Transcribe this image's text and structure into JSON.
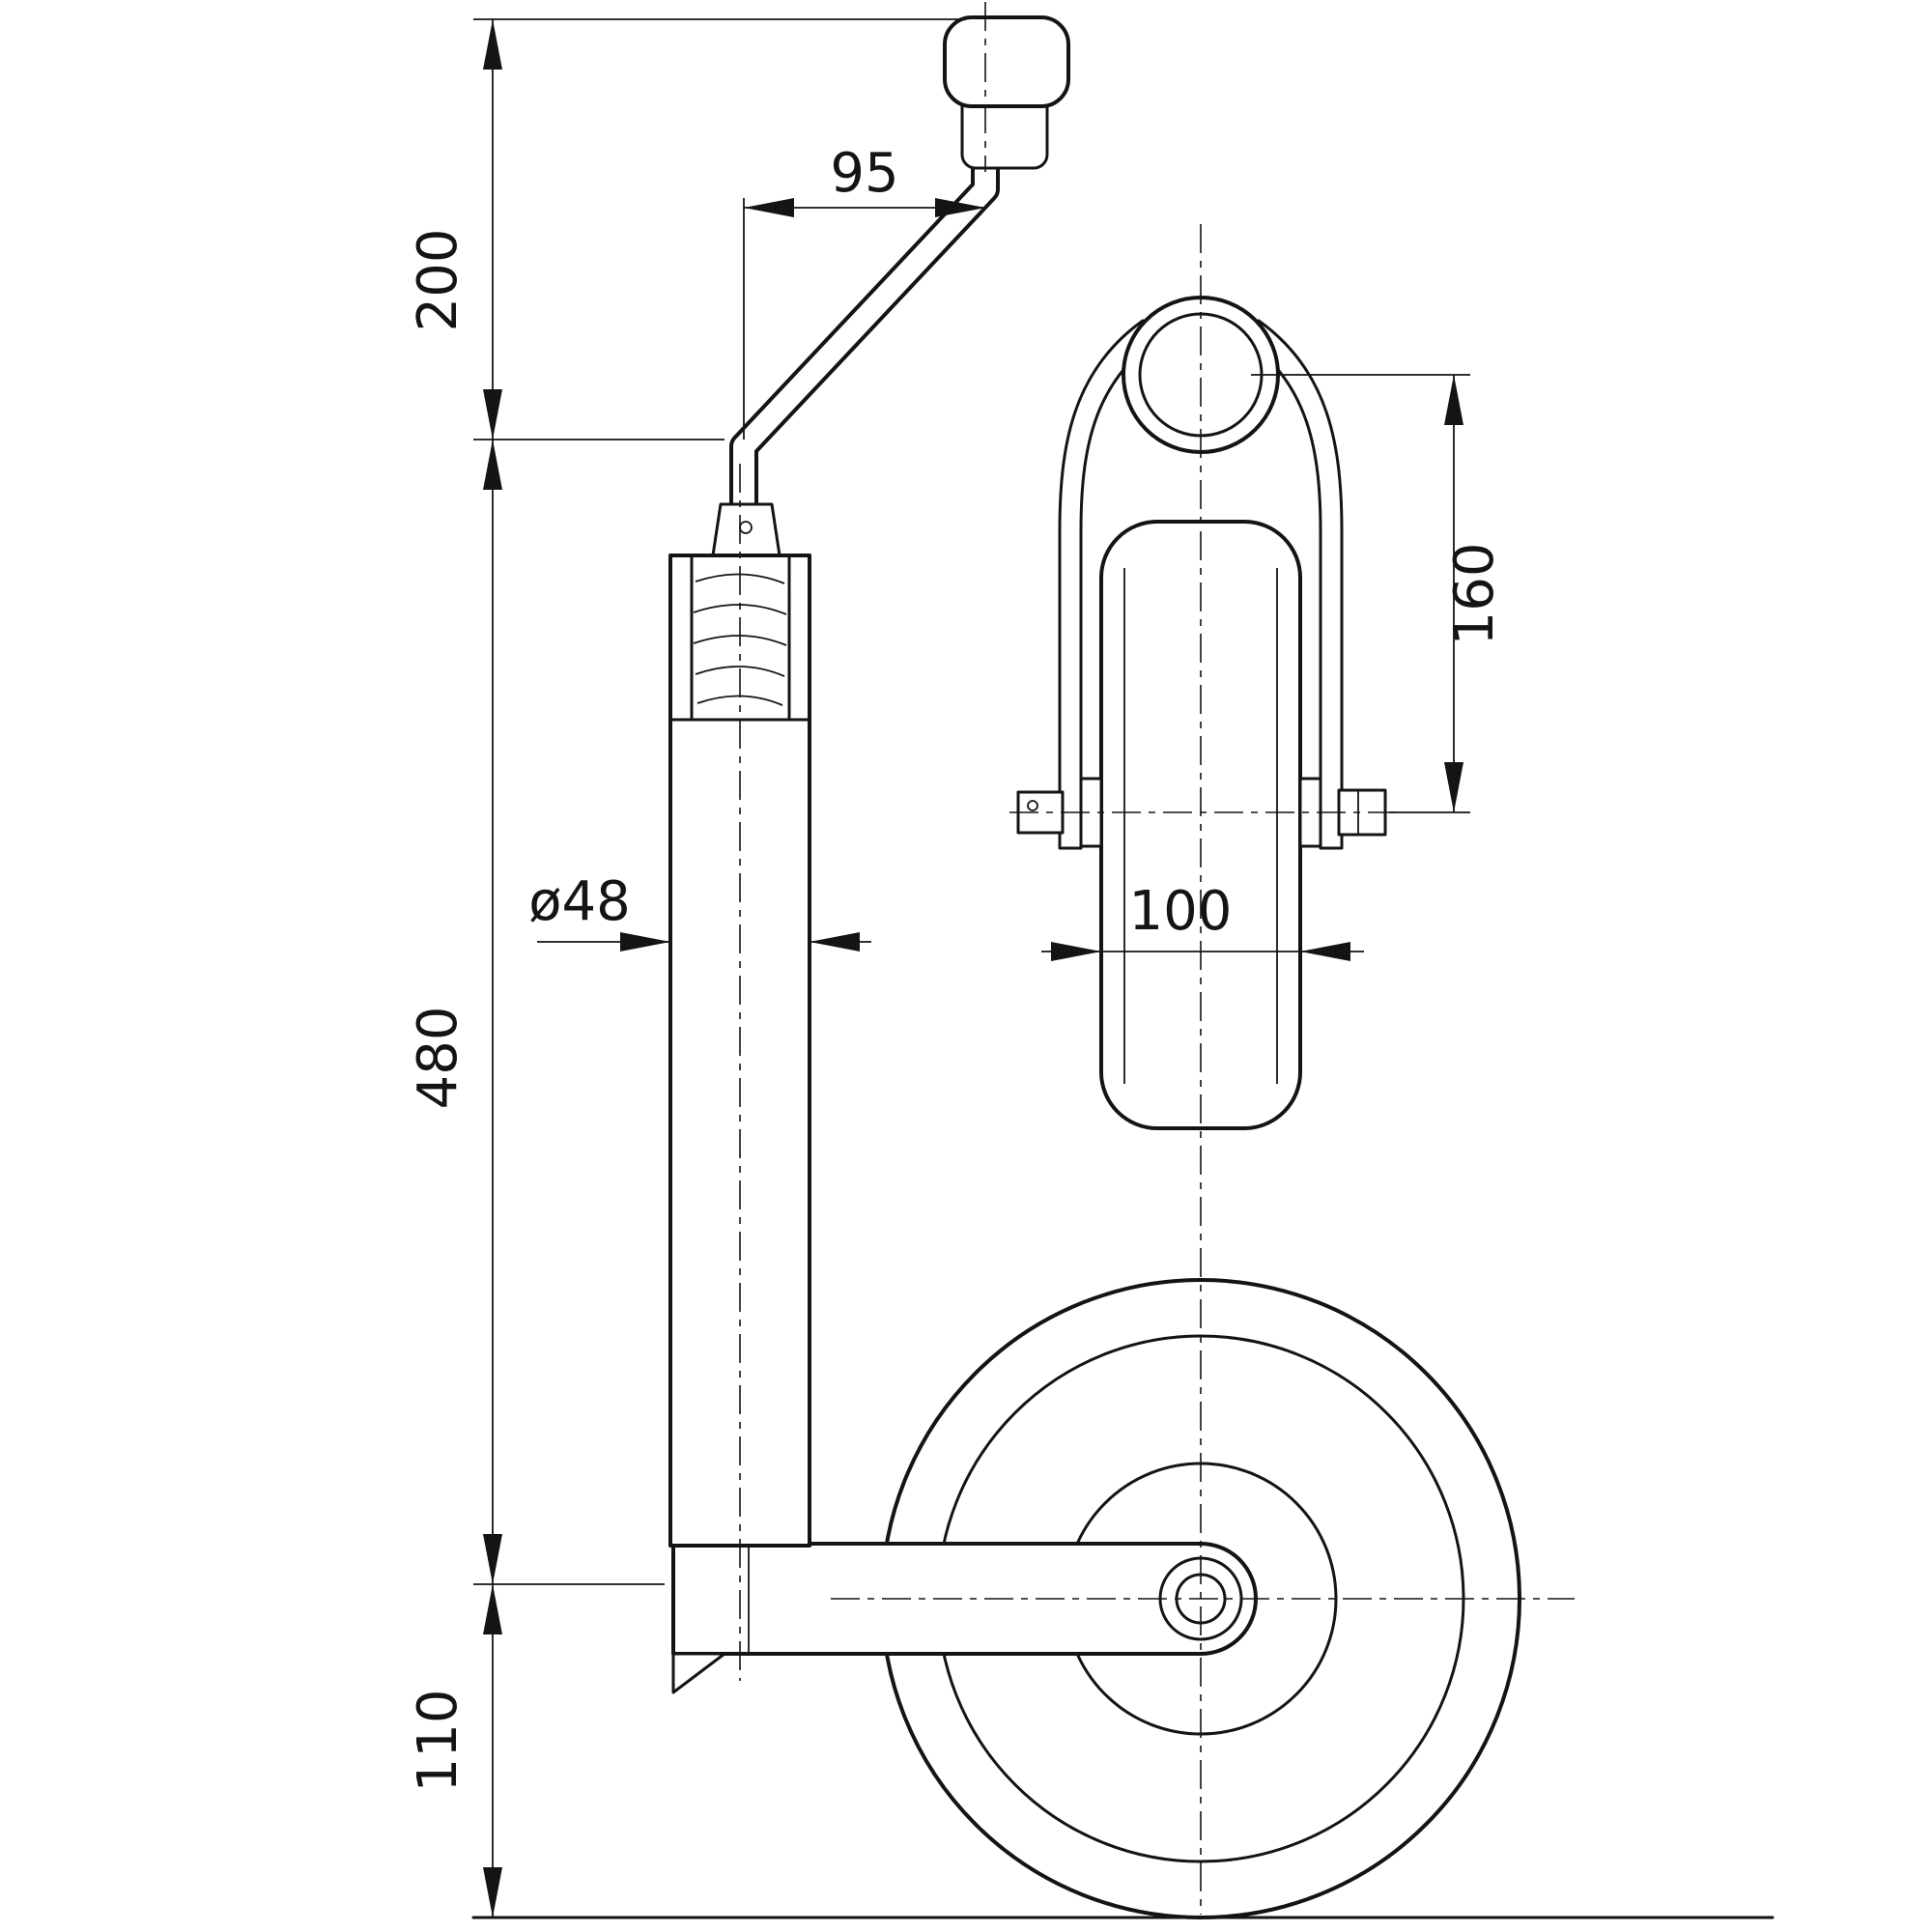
{
  "drawing": {
    "type": "technical dimension drawing",
    "subject": "trailer jockey wheel with crank handle - side view and front view",
    "background_color": "#ffffff",
    "line_color": "#141414",
    "dimensions": {
      "crank_offset": "95",
      "crank_height": "200",
      "tube_diameter": "ø48",
      "tube_length": "480",
      "bottom_height": "110",
      "fork_height": "160",
      "wheel_width": "100"
    }
  }
}
